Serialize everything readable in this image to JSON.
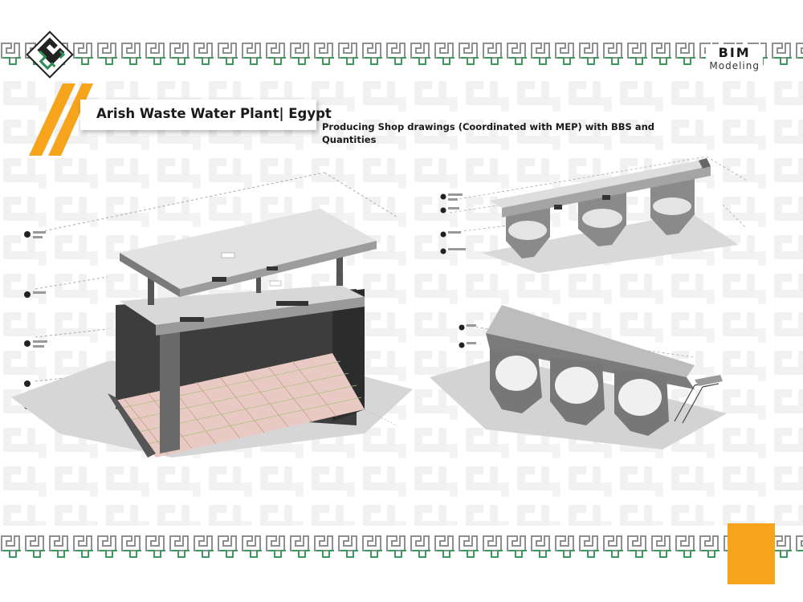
{
  "header": {
    "brand_line1": "BIM",
    "brand_line2": "Modeling"
  },
  "project": {
    "title": "Arish Waste Water Plant| Egypt",
    "subtitle": "Producing Shop drawings (Coordinated with MEP) with BBS and Quantities"
  },
  "colors": {
    "accent": "#f5a41c",
    "border_green": "#2e8b57",
    "border_gray": "#9a9a9a"
  },
  "icons": {
    "logo": "kufic-logo-icon",
    "level_marker": "level-marker-icon"
  }
}
